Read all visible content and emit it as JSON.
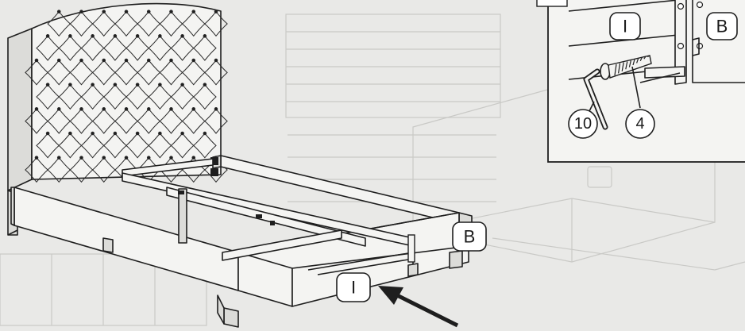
{
  "callouts": {
    "bed_part_b": "B",
    "bed_part_i": "I",
    "inset_part_i": "I",
    "inset_part_b": "B",
    "inset_wrench_num": "10",
    "inset_bolt_num": "4"
  },
  "colors": {
    "background": "#e9e9e7",
    "line": "#1e1e1e",
    "ghost": "#c9c9c6",
    "panel": "#f4f4f2"
  }
}
